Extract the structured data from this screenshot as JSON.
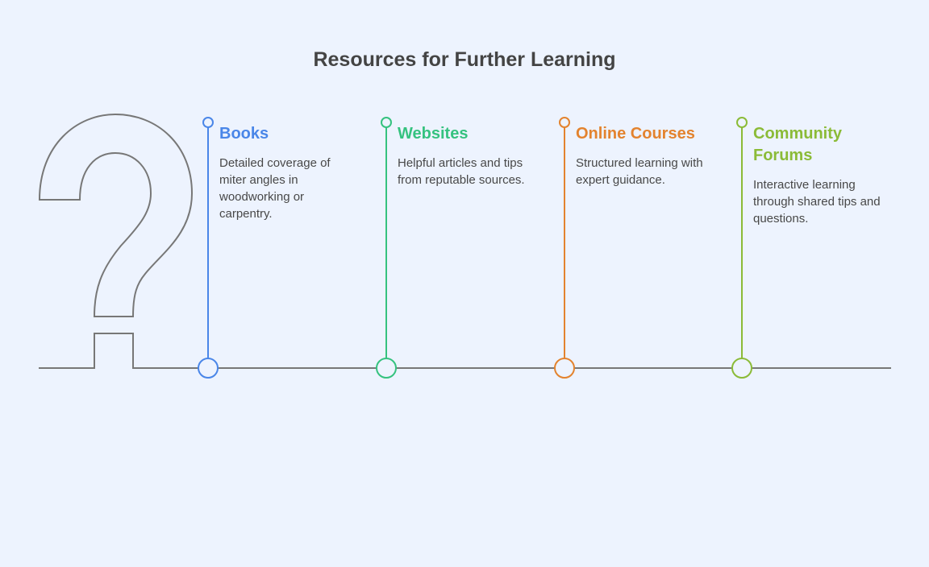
{
  "title": "Resources for Further Learning",
  "items": [
    {
      "title": "Books",
      "text": "Detailed coverage of miter angles in woodworking or carpentry.",
      "color": "#4a86e8"
    },
    {
      "title": "Websites",
      "text": "Helpful articles and tips from reputable sources.",
      "color": "#35c27f"
    },
    {
      "title": "Online Courses",
      "text": "Structured learning with expert guidance.",
      "color": "#e3832e"
    },
    {
      "title": "Community Forums",
      "text": "Interactive learning through shared tips and questions.",
      "color": "#8bbb37"
    }
  ]
}
